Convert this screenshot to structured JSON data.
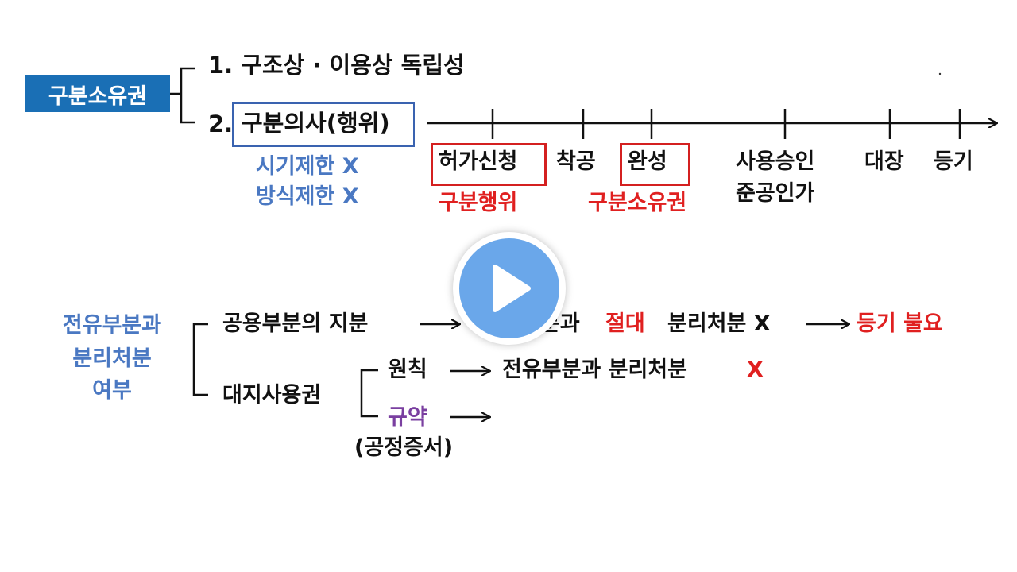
{
  "top": {
    "title": "구분소유권",
    "item1": "1. 구조상 · 이용상 독립성",
    "item2_num": "2.",
    "item2_box": "구분의사(행위)",
    "limit1": "시기제한 X",
    "limit2": "방식제한 X"
  },
  "timeline": {
    "steps": [
      {
        "label": "허가신청",
        "sub": "구분행위"
      },
      {
        "label": "착공"
      },
      {
        "label": "완성",
        "sub": "구분소유권"
      },
      {
        "label": "사용승인",
        "label2": "준공인가"
      },
      {
        "label": "대장"
      },
      {
        "label": "등기"
      }
    ]
  },
  "bottom": {
    "root_l1": "전유부분과",
    "root_l2": "분리처분",
    "root_l3": "여부",
    "branch1": "공용부분의 지분",
    "branch1_result_a": "분과",
    "branch1_result_red": "절대",
    "branch1_result_b": "분리처분 X",
    "branch1_final": "등기 불요",
    "branch2": "대지사용권",
    "sub1": "원칙",
    "sub1_result": "전유부분과 분리처분",
    "sub1_x": "X",
    "sub2": "규약",
    "sub2_note": "(공정증서)"
  },
  "colors": {
    "title_bg": "#1a6fb5",
    "blue_text": "#4a78c2",
    "red": "#e02020",
    "purple": "#7a3fa0",
    "play": "#6aa7ea"
  },
  "icons": [
    "play-icon",
    "arrow-right-icon",
    "bracket-icon"
  ]
}
